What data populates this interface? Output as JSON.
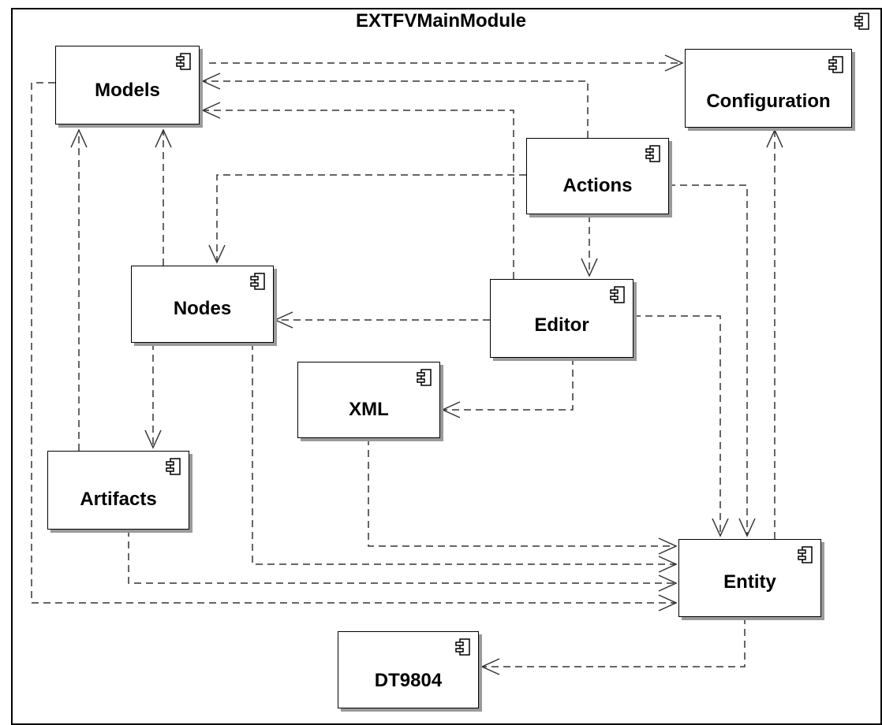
{
  "module": {
    "title": "EXTFVMainModule",
    "icon": "component-icon"
  },
  "components": {
    "models": "Models",
    "configuration": "Configuration",
    "actions": "Actions",
    "nodes": "Nodes",
    "editor": "Editor",
    "xml": "XML",
    "artifacts": "Artifacts",
    "entity": "Entity",
    "dt9804": "DT9804"
  },
  "dependencies": [
    {
      "from": "Models",
      "to": "Configuration"
    },
    {
      "from": "Models",
      "to": "Entity"
    },
    {
      "from": "Actions",
      "to": "Models"
    },
    {
      "from": "Actions",
      "to": "Nodes"
    },
    {
      "from": "Actions",
      "to": "Editor"
    },
    {
      "from": "Actions",
      "to": "Entity"
    },
    {
      "from": "Editor",
      "to": "Models"
    },
    {
      "from": "Editor",
      "to": "Nodes"
    },
    {
      "from": "Editor",
      "to": "XML"
    },
    {
      "from": "Editor",
      "to": "Entity"
    },
    {
      "from": "Nodes",
      "to": "Models"
    },
    {
      "from": "Nodes",
      "to": "Artifacts"
    },
    {
      "from": "Nodes",
      "to": "Entity"
    },
    {
      "from": "Artifacts",
      "to": "Models"
    },
    {
      "from": "Artifacts",
      "to": "Entity"
    },
    {
      "from": "XML",
      "to": "Entity"
    },
    {
      "from": "Entity",
      "to": "Configuration"
    },
    {
      "from": "Entity",
      "to": "DT9804"
    }
  ],
  "colors": {
    "line": "#333333",
    "border": "#000000",
    "shadow": "#9a9a9a",
    "fill": "#ffffff"
  }
}
